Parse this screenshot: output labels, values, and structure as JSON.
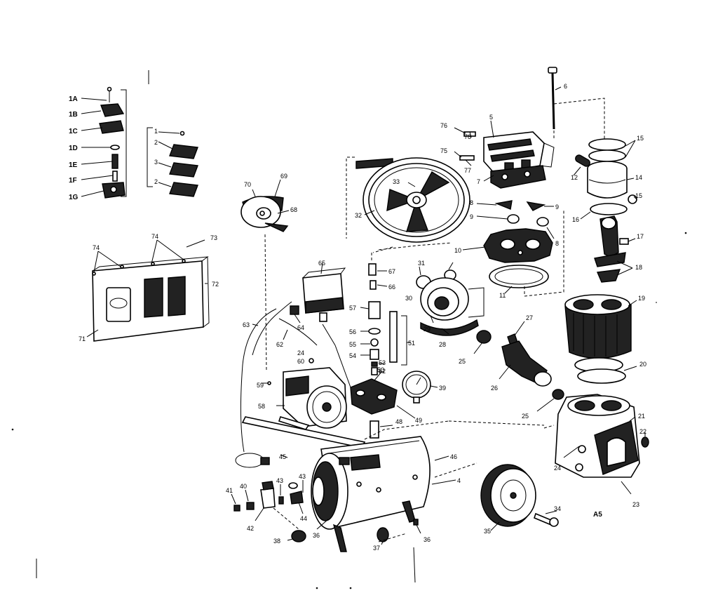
{
  "figure_code": "A5",
  "labels": {
    "l1A": "1A",
    "l1B": "1B",
    "l1C": "1C",
    "l1D": "1D",
    "l1E": "1E",
    "l1F": "1F",
    "l1G": "1G",
    "l1": "1",
    "l2a": "2",
    "l3": "3",
    "l2b": "2",
    "l74a": "74",
    "l74b": "74",
    "l73": "73",
    "l72": "72",
    "l71": "71",
    "l70": "70",
    "l69": "69",
    "l68": "68",
    "l76": "76",
    "l78": "78",
    "l75": "75",
    "l77": "77",
    "l5": "5",
    "l6": "6",
    "l7": "7",
    "l33": "33",
    "l32": "32",
    "l8a": "8",
    "l9a": "9",
    "l9b": "9",
    "l8b": "8",
    "l10": "10",
    "l11": "11",
    "l15a": "15",
    "l12": "12",
    "l14": "14",
    "l15b": "15",
    "l16": "16",
    "l17": "17",
    "l18": "18",
    "l19": "19",
    "l20": "20",
    "l21": "21",
    "l22": "22",
    "l23": "23",
    "l65": "65",
    "l67": "67",
    "l66": "66",
    "l31": "31",
    "l30": "30",
    "l29": "29",
    "l28": "28",
    "l27": "27",
    "l25a": "25",
    "l26": "26",
    "l25b": "25",
    "l57": "57",
    "l56": "56",
    "l55": "55",
    "l54": "54",
    "l51": "51",
    "l53": "53",
    "l52": "52",
    "l24a": "24",
    "l60": "60",
    "l50": "50",
    "l39": "39",
    "l49": "49",
    "l48": "48",
    "l63": "63",
    "l64": "64",
    "l62": "62",
    "l59": "59",
    "l58": "58",
    "l45": "45",
    "l46": "46",
    "l4": "4",
    "l24b": "24",
    "l41": "41",
    "l40": "40",
    "l43a": "43",
    "l43b": "43",
    "l44": "44",
    "l42": "42",
    "l38": "38",
    "l36a": "36",
    "l37": "37",
    "l36b": "36",
    "l35": "35",
    "l34": "34"
  }
}
